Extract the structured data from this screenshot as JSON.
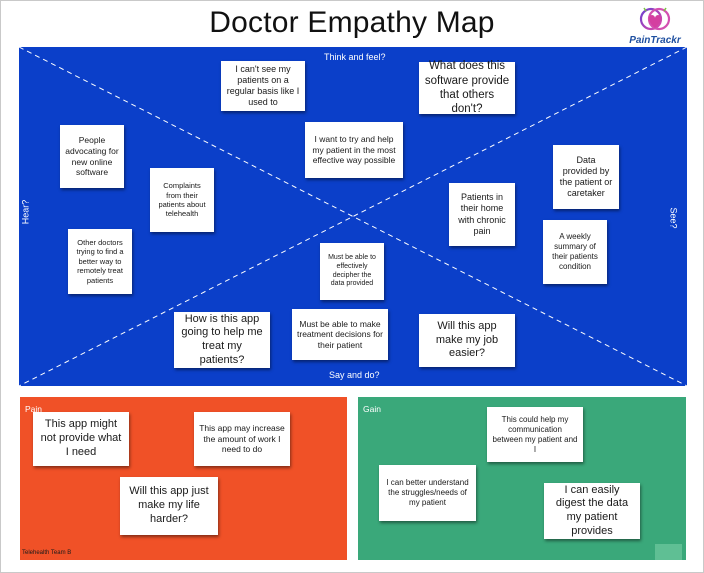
{
  "title": "Doctor Empathy Map",
  "logo": {
    "text": "PainTrackr",
    "icon": "heart-logo-icon"
  },
  "colors": {
    "board": "#0b3fc9",
    "pain": "#f05127",
    "gain": "#3aa87a",
    "note": "#ffffff"
  },
  "axes": {
    "top": "Think and feel?",
    "bottom": "Say and do?",
    "left": "Hear?",
    "right": "See?"
  },
  "notes": {
    "think1": "I can't see my patients on a regular basis like I used to",
    "think2": "What does this software provide that others don't?",
    "think3": "I want to try and help my patient in the most effective way possible",
    "hear1": "People advocating for new online software",
    "hear2": "Complaints from their patients about telehealth",
    "hear3": "Other doctors trying to find a better way to remotely treat patients",
    "see1": "Data provided by the patient or caretaker",
    "see2": "Patients in their home with chronic pain",
    "see3": "A weekly summary of their patients condition",
    "say1": "Must be able to effectively decipher the data provided",
    "say2": "How is this app going to help me treat my patients?",
    "say3": "Must be able to make treatment decisions for their patient",
    "say4": "Will this app make my job easier?"
  },
  "pain": {
    "label": "Pain",
    "team": "Telehealth Team B",
    "notes": [
      "This app might not provide what I need",
      "This app may increase the amount of work I need to do",
      "Will this app just make my life harder?"
    ]
  },
  "gain": {
    "label": "Gain",
    "notes": [
      "This could help my communication between my patient and I",
      "I can better understand the struggles/needs of my patient",
      "I can easily digest the data my patient provides"
    ]
  }
}
